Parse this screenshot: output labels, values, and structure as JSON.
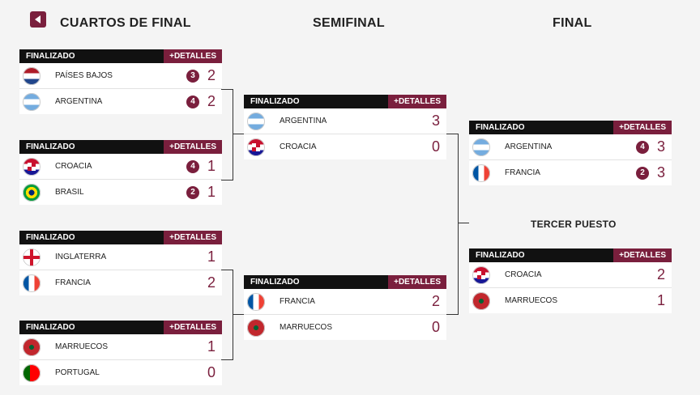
{
  "rounds": {
    "quarters": "CUARTOS DE FINAL",
    "semis": "SEMIFINAL",
    "final": "FINAL",
    "third": "TERCER PUESTO"
  },
  "matches": [
    {
      "status": "FINALIZADO",
      "details": "+DETALLES",
      "teams": [
        {
          "name": "PAÍSES BAJOS",
          "flag": "netherlands-flag",
          "pen": "3",
          "score": "2"
        },
        {
          "name": "ARGENTINA",
          "flag": "argentina-flag",
          "pen": "4",
          "score": "2"
        }
      ]
    },
    {
      "status": "FINALIZADO",
      "details": "+DETALLES",
      "teams": [
        {
          "name": "CROACIA",
          "flag": "croatia-flag",
          "pen": "4",
          "score": "1"
        },
        {
          "name": "BRASIL",
          "flag": "brazil-flag",
          "pen": "2",
          "score": "1"
        }
      ]
    },
    {
      "status": "FINALIZADO",
      "details": "+DETALLES",
      "teams": [
        {
          "name": "INGLATERRA",
          "flag": "england-flag",
          "pen": "",
          "score": "1"
        },
        {
          "name": "FRANCIA",
          "flag": "france-flag",
          "pen": "",
          "score": "2"
        }
      ]
    },
    {
      "status": "FINALIZADO",
      "details": "+DETALLES",
      "teams": [
        {
          "name": "MARRUECOS",
          "flag": "morocco-flag",
          "pen": "",
          "score": "1"
        },
        {
          "name": "PORTUGAL",
          "flag": "portugal-flag",
          "pen": "",
          "score": "0"
        }
      ]
    },
    {
      "status": "FINALIZADO",
      "details": "+DETALLES",
      "teams": [
        {
          "name": "ARGENTINA",
          "flag": "argentina-flag",
          "pen": "",
          "score": "3"
        },
        {
          "name": "CROACIA",
          "flag": "croatia-flag",
          "pen": "",
          "score": "0"
        }
      ]
    },
    {
      "status": "FINALIZADO",
      "details": "+DETALLES",
      "teams": [
        {
          "name": "FRANCIA",
          "flag": "france-flag",
          "pen": "",
          "score": "2"
        },
        {
          "name": "MARRUECOS",
          "flag": "morocco-flag",
          "pen": "",
          "score": "0"
        }
      ]
    },
    {
      "status": "FINALIZADO",
      "details": "+DETALLES",
      "teams": [
        {
          "name": "ARGENTINA",
          "flag": "argentina-flag",
          "pen": "4",
          "score": "3"
        },
        {
          "name": "FRANCIA",
          "flag": "france-flag",
          "pen": "2",
          "score": "3"
        }
      ]
    },
    {
      "status": "FINALIZADO",
      "details": "+DETALLES",
      "teams": [
        {
          "name": "CROACIA",
          "flag": "croatia-flag",
          "pen": "",
          "score": "2"
        },
        {
          "name": "MARRUECOS",
          "flag": "morocco-flag",
          "pen": "",
          "score": "1"
        }
      ]
    }
  ],
  "colors": {
    "accent": "#7a1f3d",
    "header": "#111111"
  }
}
